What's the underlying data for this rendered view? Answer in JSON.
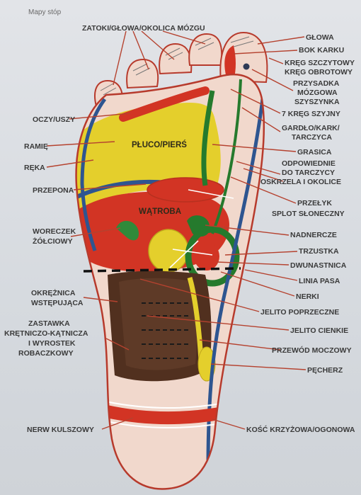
{
  "header": {
    "title": "Mapy stóp"
  },
  "labels": {
    "center_lung": "PŁUCO/PIERŚ",
    "center_liver": "WĄTROBA",
    "left": {
      "sinuses": "ZATOKI/GŁOWA/OKOLICA MÓZGU",
      "eyes_ears": "OCZY/USZY",
      "shoulder": "RAMIĘ",
      "arm": "RĘKA",
      "diaphragm": "PRZEPONA",
      "gallbladder_1": "WORECZEK",
      "gallbladder_2": "ŻÓŁCIOWY",
      "ascending_colon_1": "OKRĘŻNICA",
      "ascending_colon_2": "WSTĘPUJĄCA",
      "valve_1": "ZASTAWKA",
      "valve_2": "KRĘTNICZO-KĄTNICZA",
      "valve_3": "I WYROSTEK",
      "valve_4": "ROBACZKOWY",
      "sciatic": "NERW KULSZOWY"
    },
    "right": {
      "head": "GŁOWA",
      "neck_side": "BOK KARKU",
      "vertebra_1": "KRĘG SZCZYTOWY",
      "vertebra_2": "KRĘG OBROTOWY",
      "pituitary_1": "PRZYSADKA",
      "pituitary_2": "MÓZGOWA",
      "pituitary_3": "SZYSZYNKA",
      "cervical": "7 KRĘG SZYJNY",
      "throat_1": "GARDŁO/KARK/",
      "throat_2": "TARCZYCA",
      "thymus": "GRASICA",
      "para_1": "ODPOWIEDNIE",
      "para_2": "DO TARCZYCY",
      "bronchi": "OSKRZELA I OKOLICE",
      "esophagus": "PRZEŁYK",
      "solar": "SPLOT SŁONECZNY",
      "adrenal": "NADNERCZE",
      "pancreas": "TRZUSTKA",
      "duodenum": "DWUNASTNICA",
      "waist": "LINIA PASA",
      "kidneys": "NERKI",
      "transverse": "JELITO POPRZECZNE",
      "small": "JELITO CIENKIE",
      "ureter": "PRZEWÓD MOCZOWY",
      "bladder": "PĘCHERZ",
      "sacrum": "KOŚĆ KRZYŻOWA/OGONOWA"
    }
  },
  "colors": {
    "skin": "#f1d8cc",
    "yellow": "#e4cf2c",
    "red": "#d23424",
    "green": "#257a2d",
    "blue": "#2e5590",
    "brown": "#51301f",
    "outline": "#b73a2c",
    "leader": "#b5422f"
  }
}
